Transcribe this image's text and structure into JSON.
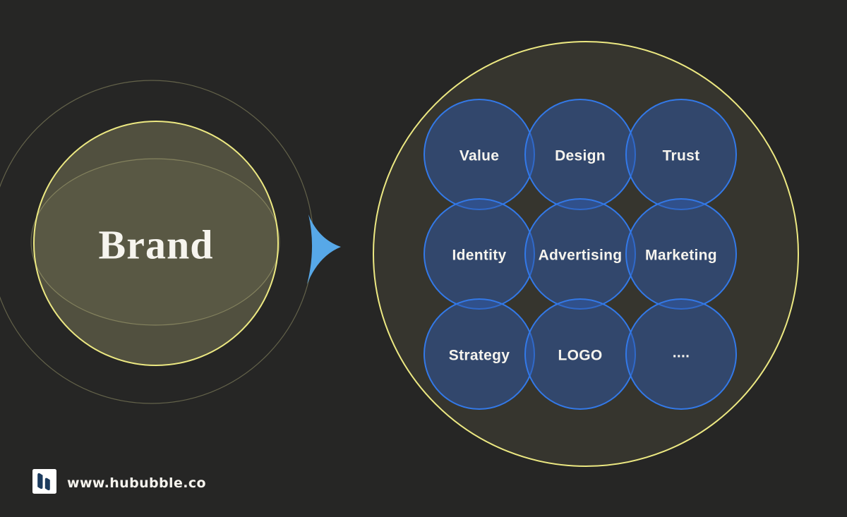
{
  "colors": {
    "background": "#262625",
    "yellow_stroke": "#EDE982",
    "faint_stroke": "rgba(230,226,152,0.32)",
    "brand_fill": "rgba(237,233,158,0.22)",
    "ellipse_fill": "rgba(237,233,158,0.05)",
    "ecosystem_fill": "rgba(237,233,158,0.08)",
    "bubble_stroke": "#3379E8",
    "bubble_fill": "rgba(45,90,170,0.5)",
    "arrow": "#57A8E8",
    "text_light": "#F6F4EE",
    "logo_navy": "#1C3B5E",
    "logo_bg": "#FFFFFF"
  },
  "brand": {
    "label": "Brand"
  },
  "bubbles": {
    "items": [
      {
        "label": "Value"
      },
      {
        "label": "Design"
      },
      {
        "label": "Trust"
      },
      {
        "label": "Identity"
      },
      {
        "label": "Advertising"
      },
      {
        "label": "Marketing"
      },
      {
        "label": "Strategy"
      },
      {
        "label": "LOGO"
      },
      {
        "label": "...."
      }
    ]
  },
  "footer": {
    "website": "www.hububble.co"
  }
}
